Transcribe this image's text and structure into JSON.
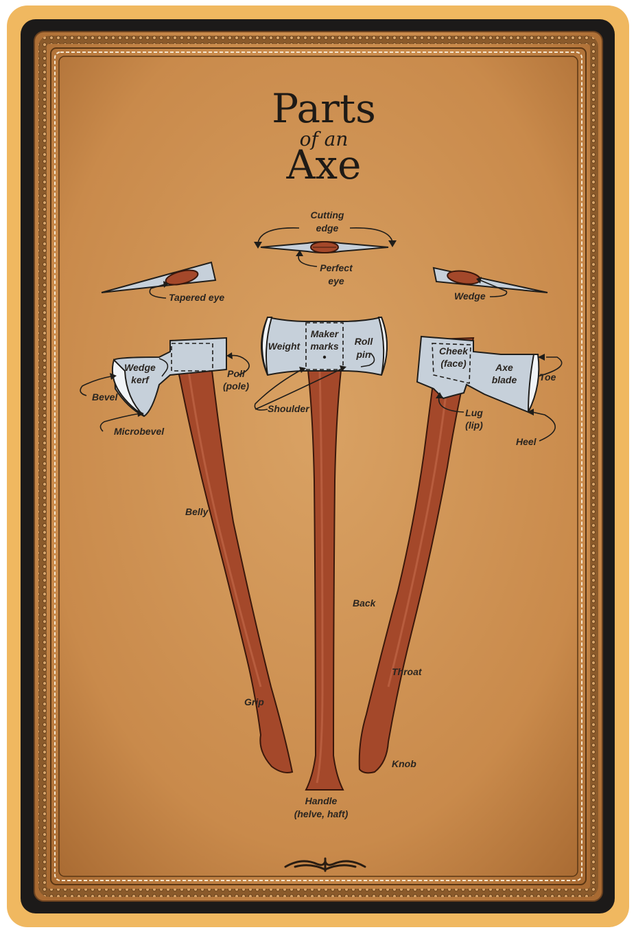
{
  "title": {
    "line1": "Parts",
    "line2": "of an",
    "line3": "Axe"
  },
  "labels": {
    "cutting_edge": [
      "Cutting",
      "edge"
    ],
    "perfect_eye": [
      "Perfect",
      "eye"
    ],
    "tapered_eye": "Tapered eye",
    "wedge": "Wedge",
    "wedge_kerf": [
      "Wedge",
      "kerf"
    ],
    "poll": [
      "Poll",
      "(pole)"
    ],
    "bevel": "Bevel",
    "microbevel": "Microbevel",
    "weight": "Weight",
    "maker_marks": [
      "Maker",
      "marks"
    ],
    "roll_pin": [
      "Roll",
      "pin"
    ],
    "shoulder": "Shoulder",
    "cheek": [
      "Cheek",
      "(face)"
    ],
    "axe_blade": [
      "Axe",
      "blade"
    ],
    "toe": "Toe",
    "lug": [
      "Lug",
      "(lip)"
    ],
    "heel": "Heel",
    "belly": "Belly",
    "back": "Back",
    "throat": "Throat",
    "grip": "Grip",
    "knob": "Knob",
    "handle": [
      "Handle",
      "(helve, haft)"
    ]
  },
  "colors": {
    "frame_outer": "#f0b860",
    "frame_dark": "#1c1a19",
    "parchment": "#c98d4f",
    "steel": "#c6d0da",
    "wood": "#a4482a"
  }
}
